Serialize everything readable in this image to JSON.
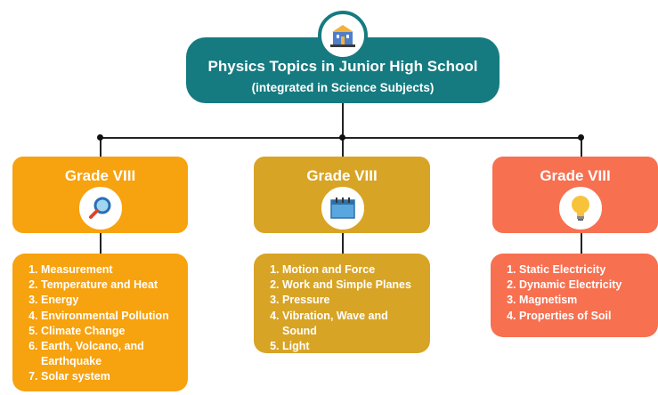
{
  "header": {
    "title": "Physics Topics in Junior High School",
    "subtitle": "(integrated in Science Subjects)",
    "icon": "school-building-icon",
    "color": "#157b80"
  },
  "columns": [
    {
      "grade_label": "Grade VIII",
      "icon": "magnifying-glass-icon",
      "color": "#f7a20f",
      "topics": [
        "Measurement",
        "Temperature and Heat",
        "Energy",
        "Environmental Pollution",
        "Climate Change",
        "Earth, Volcano, and Earthquake",
        "Solar system"
      ]
    },
    {
      "grade_label": "Grade VIII",
      "icon": "calendar-icon",
      "color": "#d8a425",
      "topics": [
        "Motion and Force",
        "Work and Simple Planes",
        "Pressure",
        "Vibration, Wave and Sound",
        "Light"
      ]
    },
    {
      "grade_label": "Grade VIII",
      "icon": "light-bulb-icon",
      "color": "#f77050",
      "topics": [
        "Static Electricity",
        "Dynamic Electricity",
        "Magnetism",
        "Properties of Soil"
      ]
    }
  ]
}
